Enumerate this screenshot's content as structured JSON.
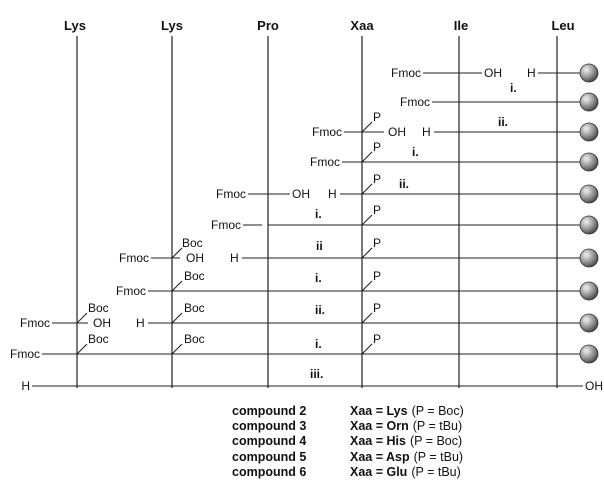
{
  "residues": [
    "Lys",
    "Lys",
    "Pro",
    "Xaa",
    "Ile",
    "Leu"
  ],
  "labels": {
    "fmoc": "Fmoc",
    "boc": "Boc",
    "oh": "OH",
    "h": "H",
    "p": "P",
    "step_i": "i.",
    "step_ii": "ii.",
    "step_ii_short": "ii",
    "step_iii": "iii."
  },
  "legend": [
    {
      "compound": "compound 2",
      "xaa": "Xaa = Lys",
      "note": "(P = Boc)"
    },
    {
      "compound": "compound 3",
      "xaa": "Xaa = Orn",
      "note": "(P = tBu)"
    },
    {
      "compound": "compound 4",
      "xaa": "Xaa = His",
      "note": "(P = Boc)"
    },
    {
      "compound": "compound 5",
      "xaa": "Xaa = Asp",
      "note": "(P = tBu)"
    },
    {
      "compound": "compound 6",
      "xaa": "Xaa = Glu",
      "note": "(P = tBu)"
    }
  ],
  "colors": {
    "line": "#222222",
    "bead_light": "#e6e6e6",
    "bead_dark": "#555555"
  }
}
